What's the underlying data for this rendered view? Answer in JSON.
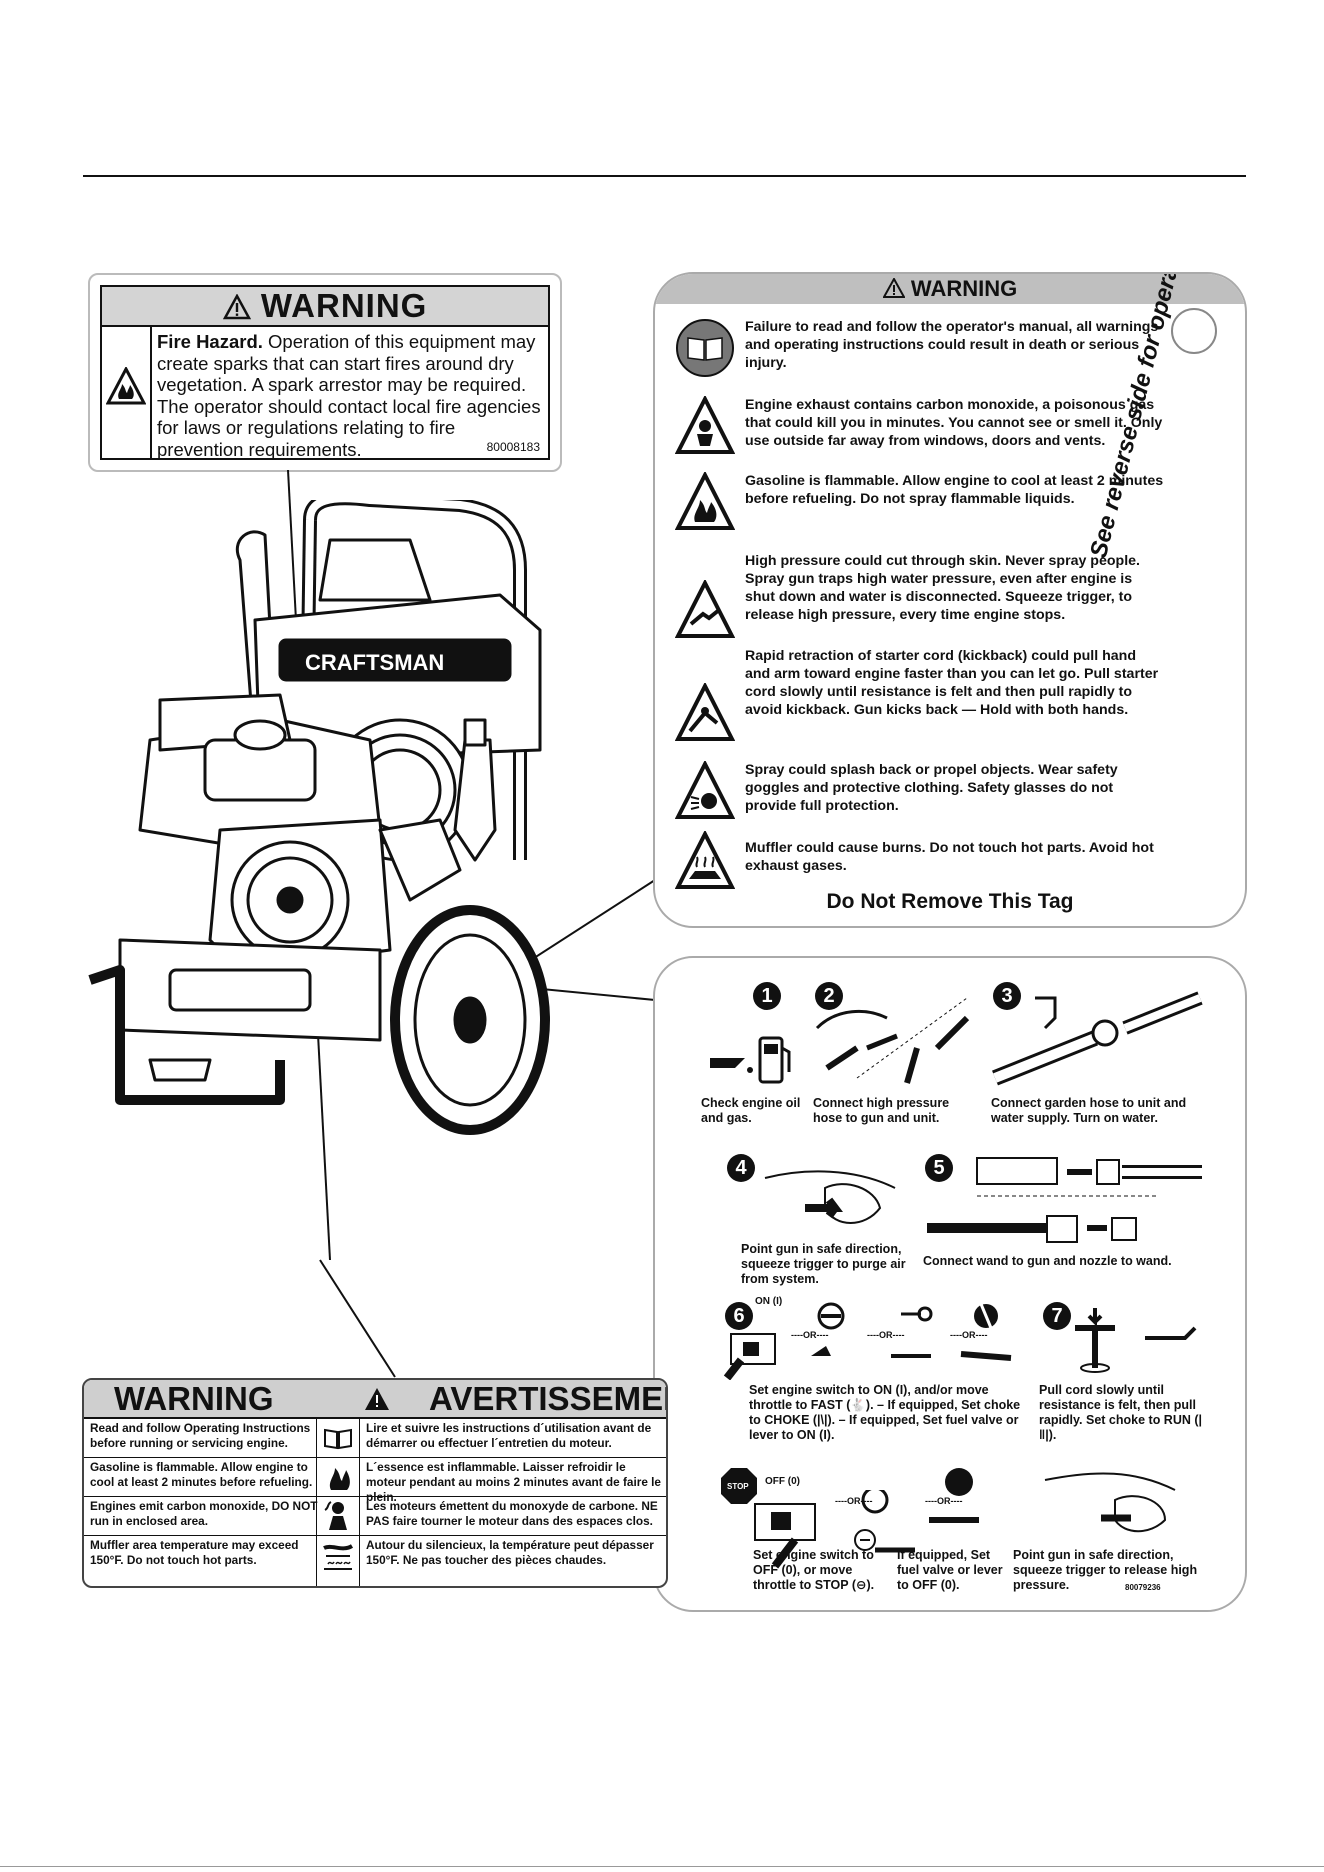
{
  "fire_label": {
    "title": "WARNING",
    "heading": "Fire Hazard.",
    "text": " Operation of this equipment may create sparks that can start fires around dry vegetation. A spark arrestor may be required. The operator should contact local fire agencies for laws or regulations relating to fire prevention requirements.",
    "code": "80008183"
  },
  "tag1": {
    "title": "WARNING",
    "side_text": "See reverse side for operating instructions.",
    "footer": "Do Not Remove This Tag",
    "warnings": [
      {
        "icon": "manual-icon",
        "text": "Failure to read and follow the operator's manual, all warnings and operating instructions could result in death or serious injury."
      },
      {
        "icon": "exhaust-icon",
        "text": "Engine exhaust contains carbon monoxide, a poisonous gas that could kill you in minutes. You cannot see or smell it. Only use outside far away from windows, doors and vents."
      },
      {
        "icon": "fire-icon",
        "text": "Gasoline is flammable. Allow engine to cool at least 2 minutes before refueling. Do not spray flammable liquids."
      },
      {
        "icon": "pressure-icon",
        "text": "High pressure could cut through skin. Never spray people. Spray gun traps high water pressure, even after engine is shut down and water is disconnected. Squeeze trigger, to release high pressure, every time engine stops."
      },
      {
        "icon": "kickback-icon",
        "text": "Rapid retraction of starter cord (kickback) could pull hand and arm toward engine faster than you can let go. Pull starter cord slowly until resistance is felt and then pull rapidly to avoid kickback. Gun kicks back — Hold with both hands."
      },
      {
        "icon": "goggles-icon",
        "text": "Spray could splash back or propel objects. Wear safety goggles and protective clothing. Safety glasses do not provide full protection."
      },
      {
        "icon": "hot-surface-icon",
        "text": "Muffler could cause burns. Do not touch hot parts. Avoid hot exhaust gases."
      }
    ]
  },
  "tag2": {
    "steps": [
      {
        "num": "1",
        "caption": "Check engine oil and gas."
      },
      {
        "num": "2",
        "caption": "Connect high pressure hose to gun and unit."
      },
      {
        "num": "3",
        "caption": "Connect garden hose to unit and water supply. Turn on water."
      },
      {
        "num": "4",
        "caption": "Point gun in safe direction, squeeze trigger to purge air from system."
      },
      {
        "num": "5",
        "caption": "Connect wand to gun and nozzle to wand."
      },
      {
        "num": "6",
        "caption": "Set engine switch to ON (I), and/or move throttle to FAST (🐇). – If equipped, Set choke to CHOKE (|\\|). – If equipped, Set fuel valve or lever to ON (I).",
        "label": "ON (I)"
      },
      {
        "num": "7",
        "caption": "Pull cord slowly until resistance is felt, then pull rapidly. Set choke to RUN (|‖|)."
      }
    ],
    "or_label": "----OR----",
    "stop": {
      "label": "OFF (0)",
      "sign": "STOP",
      "cap1": "Set engine switch to OFF (0), or move throttle to STOP (⊖).",
      "cap2": "If equipped, Set fuel valve or lever to OFF (0).",
      "cap3": "Point gun in safe direction, squeeze trigger to release high pressure.",
      "code": "80079236"
    },
    "brand": "CRAFTSMAN"
  },
  "bi_label": {
    "title_en": "WARNING",
    "title_fr": "AVERTISSEMENT",
    "rows": [
      {
        "en": "Read and follow Operating Instructions before running or servicing engine.",
        "fr": "Lire et suivre les instructions d´utilisation avant de démarrer ou effectuer l´entretien du moteur.",
        "icon": "manual-icon"
      },
      {
        "en": "Gasoline is flammable. Allow engine to cool at least 2 minutes before refueling.",
        "fr": "L´essence est inflammable. Laisser refroidir le moteur pendant au moins 2 minutes avant de faire le plein.",
        "icon": "fire-icon"
      },
      {
        "en": "Engines emit carbon monoxide, DO NOT run in enclosed area.",
        "fr": "Les moteurs émettent du monoxyde de carbone. NE PAS faire tourner le moteur dans des espaces clos.",
        "icon": "exhaust-icon"
      },
      {
        "en": "Muffler area temperature may exceed 150°F. Do not touch hot parts.",
        "fr": "Autour du silencieux, la température peut dépasser 150°F. Ne pas toucher des pièces chaudes.",
        "icon": "hot-surface-icon"
      }
    ]
  }
}
